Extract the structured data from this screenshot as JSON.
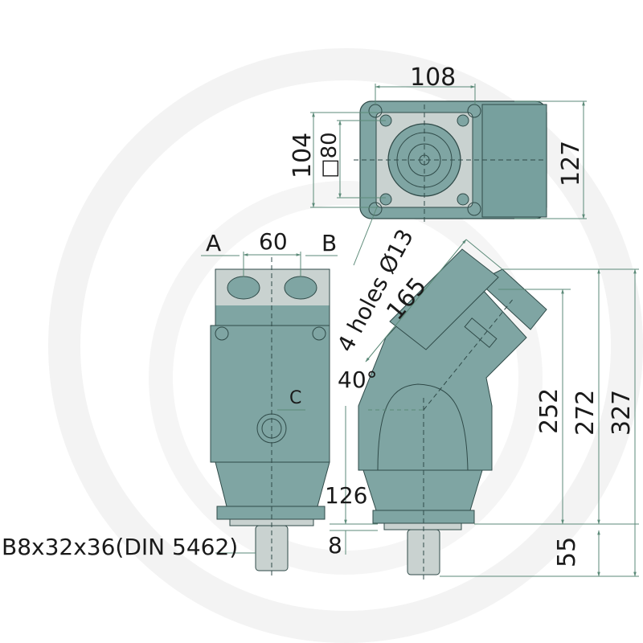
{
  "title": "Bent-axis hydraulic pump dimension drawing",
  "colors": {
    "body": "#7fa5a3",
    "body_dark": "#6f9694",
    "flange": "#c9d2d0",
    "outline": "#2f4a48",
    "dim_line": "#5b8a78",
    "text": "#1a1a1a",
    "watermark": "#f2f2f2"
  },
  "top_view": {
    "width_label": "108",
    "height_outer_label": "104",
    "square_label": "□80",
    "total_height_label": "127",
    "holes_label": "4 holes Ø13"
  },
  "front_view": {
    "port_a_label": "A",
    "port_b_label": "B",
    "port_spacing_label": "60",
    "port_c_label": "C",
    "height_126_label": "126",
    "flange_8_label": "8",
    "shaft_spec_label": "B8x32x36(DIN 5462)"
  },
  "side_view": {
    "angle_label": "40°",
    "length_label": "165",
    "h252_label": "252",
    "h272_label": "272",
    "h327_label": "327",
    "shaft_55_label": "55"
  }
}
